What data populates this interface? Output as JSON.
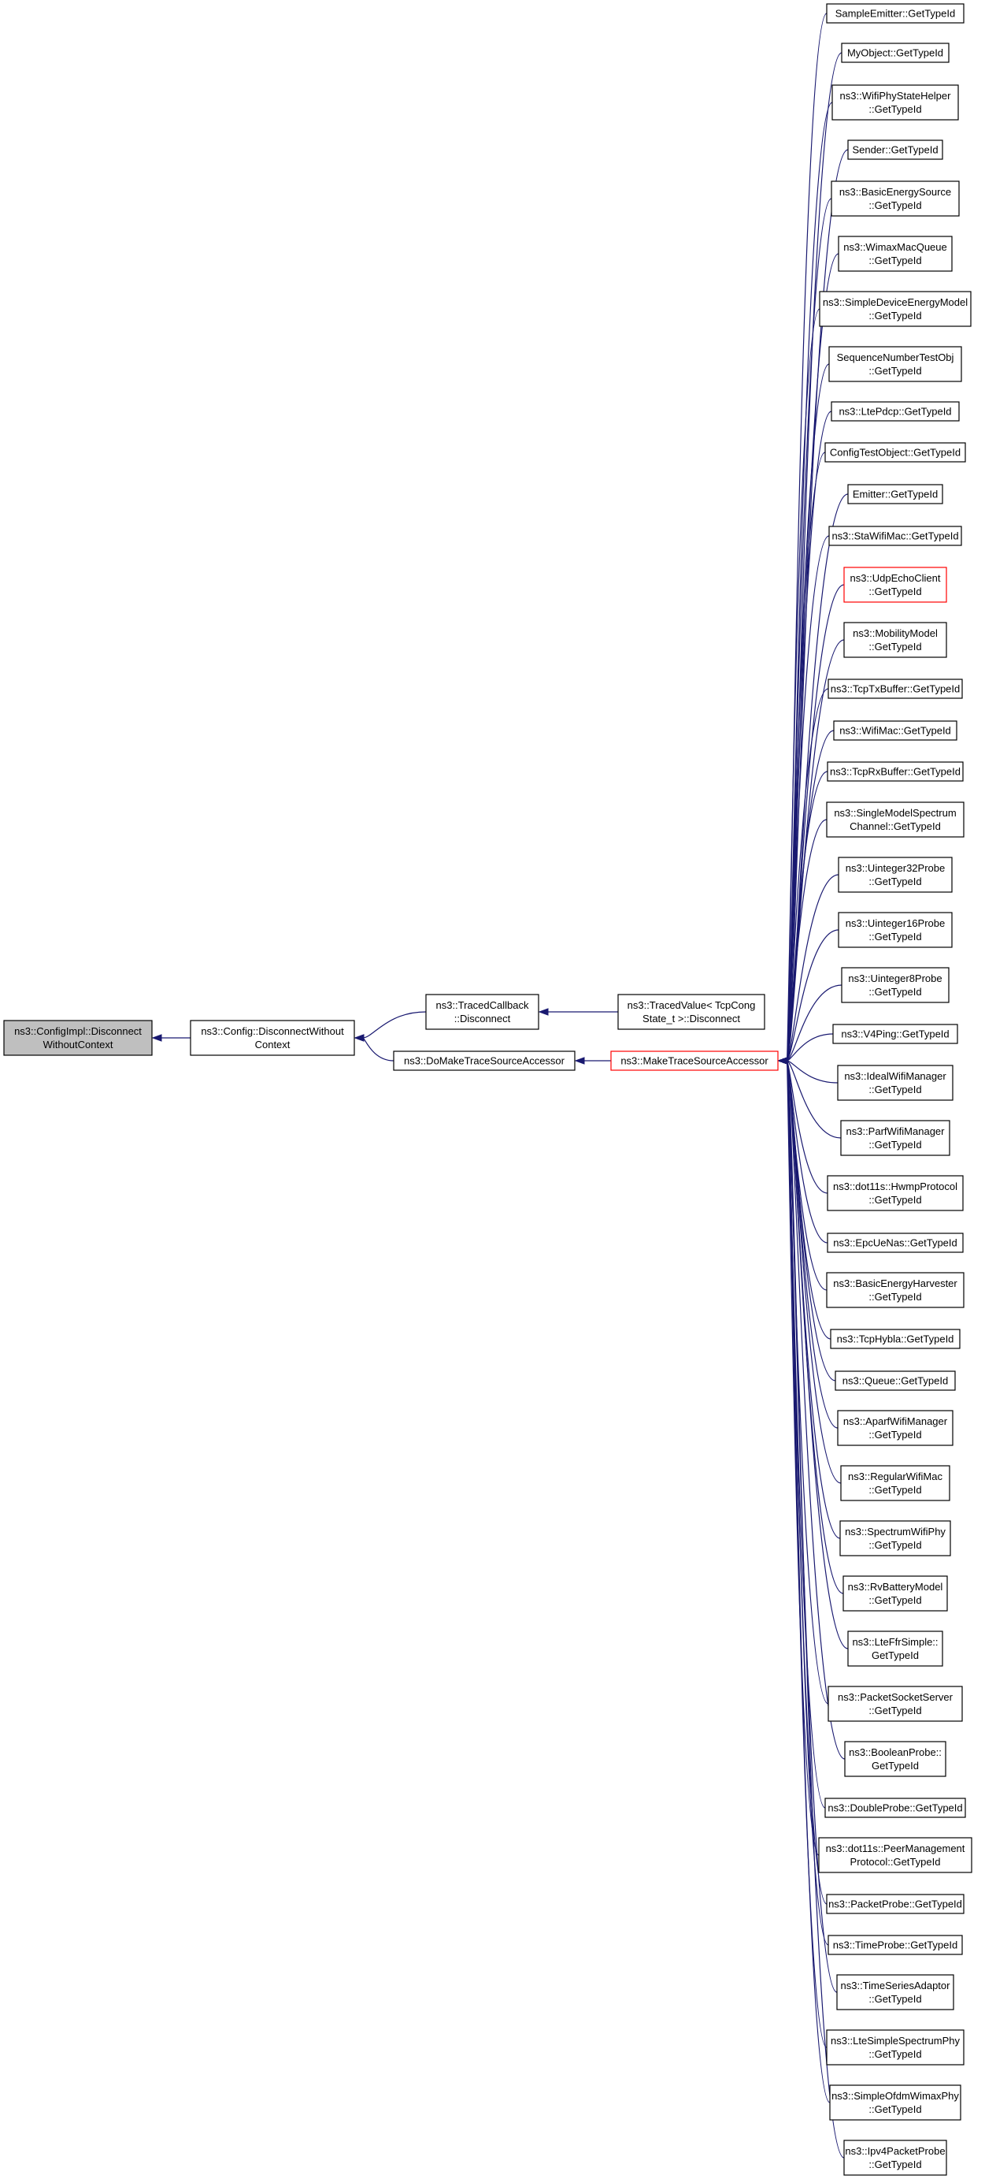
{
  "nodes": [
    {
      "id": "n0",
      "lines": [
        "ns3::ConfigImpl::Disconnect",
        "WithoutContext"
      ],
      "style": "highlight"
    },
    {
      "id": "n1",
      "lines": [
        "ns3::Config::DisconnectWithout",
        "Context"
      ]
    },
    {
      "id": "n2",
      "lines": [
        "ns3::TracedCallback",
        "::Disconnect"
      ]
    },
    {
      "id": "n3",
      "lines": [
        "ns3::DoMakeTraceSourceAccessor"
      ]
    },
    {
      "id": "n4",
      "lines": [
        "ns3::TracedValue< TcpCong",
        "State_t >::Disconnect"
      ]
    },
    {
      "id": "n5",
      "lines": [
        "ns3::MakeTraceSourceAccessor"
      ],
      "style": "redlink"
    },
    {
      "id": "r0",
      "lines": [
        "SampleEmitter::GetTypeId"
      ]
    },
    {
      "id": "r1",
      "lines": [
        "MyObject::GetTypeId"
      ]
    },
    {
      "id": "r2",
      "lines": [
        "ns3::WifiPhyStateHelper",
        "::GetTypeId"
      ]
    },
    {
      "id": "r3",
      "lines": [
        "Sender::GetTypeId"
      ]
    },
    {
      "id": "r4",
      "lines": [
        "ns3::BasicEnergySource",
        "::GetTypeId"
      ]
    },
    {
      "id": "r5",
      "lines": [
        "ns3::WimaxMacQueue",
        "::GetTypeId"
      ]
    },
    {
      "id": "r6",
      "lines": [
        "ns3::SimpleDeviceEnergyModel",
        "::GetTypeId"
      ]
    },
    {
      "id": "r7",
      "lines": [
        "SequenceNumberTestObj",
        "::GetTypeId"
      ]
    },
    {
      "id": "r8",
      "lines": [
        "ns3::LtePdcp::GetTypeId"
      ]
    },
    {
      "id": "r9",
      "lines": [
        "ConfigTestObject::GetTypeId"
      ]
    },
    {
      "id": "r10",
      "lines": [
        "Emitter::GetTypeId"
      ]
    },
    {
      "id": "r11",
      "lines": [
        "ns3::StaWifiMac::GetTypeId"
      ]
    },
    {
      "id": "r12",
      "lines": [
        "ns3::UdpEchoClient",
        "::GetTypeId"
      ],
      "style": "redlink"
    },
    {
      "id": "r13",
      "lines": [
        "ns3::MobilityModel",
        "::GetTypeId"
      ]
    },
    {
      "id": "r14",
      "lines": [
        "ns3::TcpTxBuffer::GetTypeId"
      ]
    },
    {
      "id": "r15",
      "lines": [
        "ns3::WifiMac::GetTypeId"
      ]
    },
    {
      "id": "r16",
      "lines": [
        "ns3::TcpRxBuffer::GetTypeId"
      ]
    },
    {
      "id": "r17",
      "lines": [
        "ns3::SingleModelSpectrum",
        "Channel::GetTypeId"
      ]
    },
    {
      "id": "r18",
      "lines": [
        "ns3::Uinteger32Probe",
        "::GetTypeId"
      ]
    },
    {
      "id": "r19",
      "lines": [
        "ns3::Uinteger16Probe",
        "::GetTypeId"
      ]
    },
    {
      "id": "r20",
      "lines": [
        "ns3::Uinteger8Probe",
        "::GetTypeId"
      ]
    },
    {
      "id": "r21",
      "lines": [
        "ns3::V4Ping::GetTypeId"
      ]
    },
    {
      "id": "r22",
      "lines": [
        "ns3::IdealWifiManager",
        "::GetTypeId"
      ]
    },
    {
      "id": "r23",
      "lines": [
        "ns3::ParfWifiManager",
        "::GetTypeId"
      ]
    },
    {
      "id": "r24",
      "lines": [
        "ns3::dot11s::HwmpProtocol",
        "::GetTypeId"
      ]
    },
    {
      "id": "r25",
      "lines": [
        "ns3::EpcUeNas::GetTypeId"
      ]
    },
    {
      "id": "r26",
      "lines": [
        "ns3::BasicEnergyHarvester",
        "::GetTypeId"
      ]
    },
    {
      "id": "r27",
      "lines": [
        "ns3::TcpHybla::GetTypeId"
      ]
    },
    {
      "id": "r28",
      "lines": [
        "ns3::Queue::GetTypeId"
      ]
    },
    {
      "id": "r29",
      "lines": [
        "ns3::AparfWifiManager",
        "::GetTypeId"
      ]
    },
    {
      "id": "r30",
      "lines": [
        "ns3::RegularWifiMac",
        "::GetTypeId"
      ]
    },
    {
      "id": "r31",
      "lines": [
        "ns3::SpectrumWifiPhy",
        "::GetTypeId"
      ]
    },
    {
      "id": "r32",
      "lines": [
        "ns3::RvBatteryModel",
        "::GetTypeId"
      ]
    },
    {
      "id": "r33",
      "lines": [
        "ns3::LteFfrSimple::",
        "GetTypeId"
      ]
    },
    {
      "id": "r34",
      "lines": [
        "ns3::PacketSocketServer",
        "::GetTypeId"
      ]
    },
    {
      "id": "r35",
      "lines": [
        "ns3::BooleanProbe::",
        "GetTypeId"
      ]
    },
    {
      "id": "r36",
      "lines": [
        "ns3::DoubleProbe::GetTypeId"
      ]
    },
    {
      "id": "r37",
      "lines": [
        "ns3::dot11s::PeerManagement",
        "Protocol::GetTypeId"
      ]
    },
    {
      "id": "r38",
      "lines": [
        "ns3::PacketProbe::GetTypeId"
      ]
    },
    {
      "id": "r39",
      "lines": [
        "ns3::TimeProbe::GetTypeId"
      ]
    },
    {
      "id": "r40",
      "lines": [
        "ns3::TimeSeriesAdaptor",
        "::GetTypeId"
      ]
    },
    {
      "id": "r41",
      "lines": [
        "ns3::LteSimpleSpectrumPhy",
        "::GetTypeId"
      ]
    },
    {
      "id": "r42",
      "lines": [
        "ns3::SimpleOfdmWimaxPhy",
        "::GetTypeId"
      ]
    },
    {
      "id": "r43",
      "lines": [
        "ns3::Ipv4PacketProbe",
        "::GetTypeId"
      ]
    }
  ],
  "edges": [
    [
      "n1",
      "n0"
    ],
    [
      "n2",
      "n1"
    ],
    [
      "n3",
      "n1"
    ],
    [
      "n4",
      "n2"
    ],
    [
      "n5",
      "n3"
    ],
    [
      "r0",
      "n5"
    ],
    [
      "r1",
      "n5"
    ],
    [
      "r2",
      "n5"
    ],
    [
      "r3",
      "n5"
    ],
    [
      "r4",
      "n5"
    ],
    [
      "r5",
      "n5"
    ],
    [
      "r6",
      "n5"
    ],
    [
      "r7",
      "n5"
    ],
    [
      "r8",
      "n5"
    ],
    [
      "r9",
      "n5"
    ],
    [
      "r10",
      "n5"
    ],
    [
      "r11",
      "n5"
    ],
    [
      "r12",
      "n5"
    ],
    [
      "r13",
      "n5"
    ],
    [
      "r14",
      "n5"
    ],
    [
      "r15",
      "n5"
    ],
    [
      "r16",
      "n5"
    ],
    [
      "r17",
      "n5"
    ],
    [
      "r18",
      "n5"
    ],
    [
      "r19",
      "n5"
    ],
    [
      "r20",
      "n5"
    ],
    [
      "r21",
      "n5"
    ],
    [
      "r22",
      "n5"
    ],
    [
      "r23",
      "n5"
    ],
    [
      "r24",
      "n5"
    ],
    [
      "r25",
      "n5"
    ],
    [
      "r26",
      "n5"
    ],
    [
      "r27",
      "n5"
    ],
    [
      "r28",
      "n5"
    ],
    [
      "r29",
      "n5"
    ],
    [
      "r30",
      "n5"
    ],
    [
      "r31",
      "n5"
    ],
    [
      "r32",
      "n5"
    ],
    [
      "r33",
      "n5"
    ],
    [
      "r34",
      "n5"
    ],
    [
      "r35",
      "n5"
    ],
    [
      "r36",
      "n5"
    ],
    [
      "r37",
      "n5"
    ],
    [
      "r38",
      "n5"
    ],
    [
      "r39",
      "n5"
    ],
    [
      "r40",
      "n5"
    ],
    [
      "r41",
      "n5"
    ],
    [
      "r42",
      "n5"
    ],
    [
      "r43",
      "n5"
    ]
  ],
  "colors": {
    "edge": "#191970",
    "highlight_fill": "#bfbfbf",
    "link_border": "#ff0000",
    "box_border": "#000000"
  }
}
